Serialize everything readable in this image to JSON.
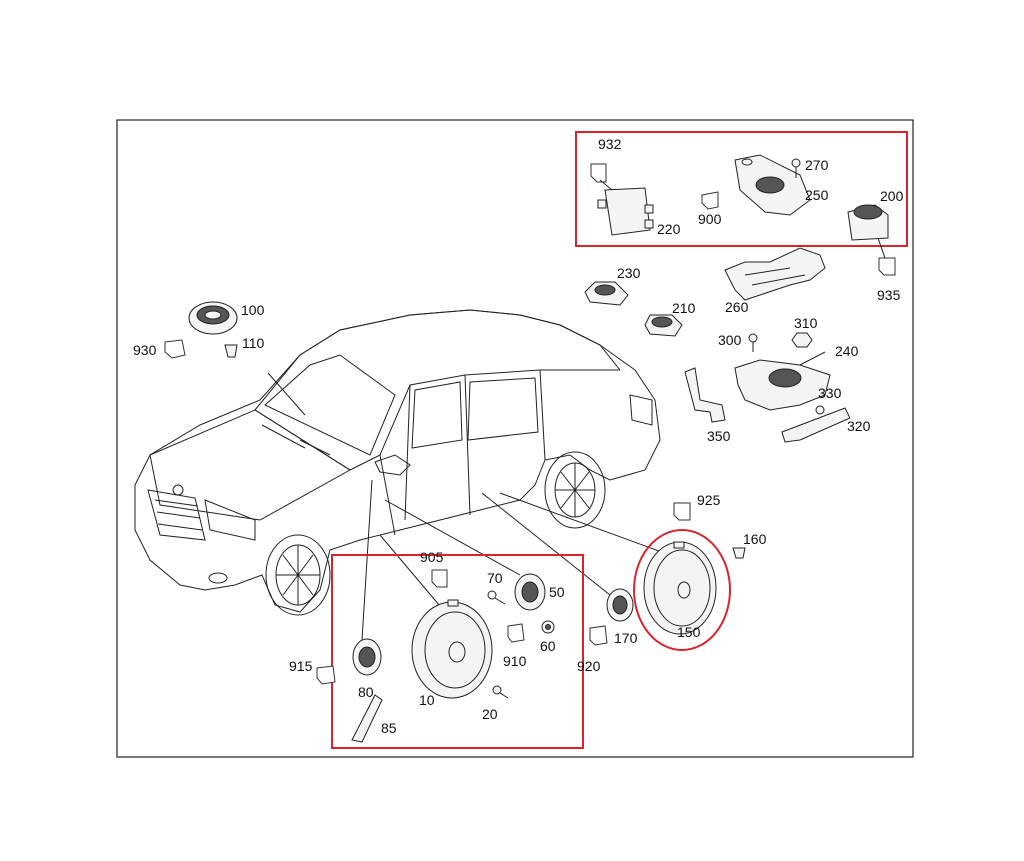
{
  "colors": {
    "highlight": "#d9232d",
    "line": "#222222",
    "background": "#ffffff"
  },
  "labels": {
    "p932": "932",
    "p270": "270",
    "p200": "200",
    "p250": "250",
    "p900": "900",
    "p220": "220",
    "p230": "230",
    "p210": "210",
    "p260": "260",
    "p935": "935",
    "p100": "100",
    "p930": "930",
    "p110": "110",
    "p300": "300",
    "p310": "310",
    "p240": "240",
    "p330": "330",
    "p350": "350",
    "p320": "320",
    "p925": "925",
    "p160": "160",
    "p905": "905",
    "p70": "70",
    "p50": "50",
    "p150": "150",
    "p915": "915",
    "p910": "910",
    "p60": "60",
    "p920": "920",
    "p170": "170",
    "p80": "80",
    "p10": "10",
    "p20": "20",
    "p85": "85"
  }
}
